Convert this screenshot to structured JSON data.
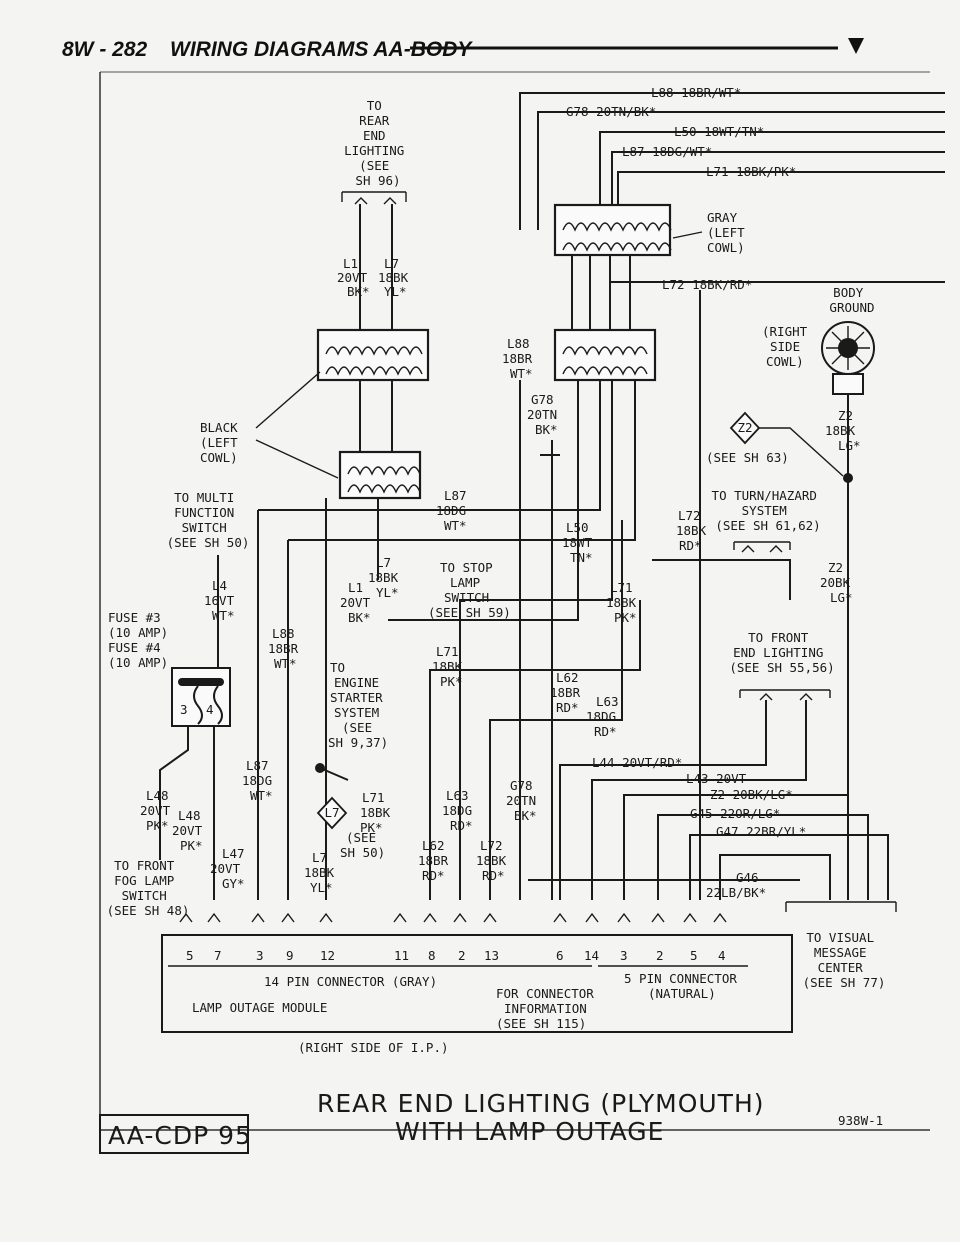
{
  "header": {
    "page": "8W - 282",
    "title": "WIRING DIAGRAMS AA-BODY"
  },
  "callouts": {
    "rear_end": [
      "TO",
      "REAR",
      "END",
      "LIGHTING",
      "(SEE",
      "SH 96)"
    ],
    "multi_function": [
      "TO MULTI",
      "FUNCTION",
      "SWITCH",
      "(SEE SH 50)"
    ],
    "fuse": [
      "FUSE #3",
      "(10 AMP)",
      "FUSE #4",
      "(10 AMP)"
    ],
    "fog_lamp": [
      "TO FRONT",
      "FOG LAMP",
      "SWITCH",
      "(SEE SH 48)"
    ],
    "stop_lamp": [
      "TO STOP",
      "LAMP",
      "SWITCH",
      "(SEE SH 59)"
    ],
    "engine_starter": [
      "TO",
      "ENGINE",
      "STARTER",
      "SYSTEM",
      "(SEE",
      "SH 9,37)"
    ],
    "turn_hazard": [
      "TO TURN/HAZARD",
      "SYSTEM",
      "(SEE SH 61,62)"
    ],
    "front_end": [
      "TO FRONT",
      "END LIGHTING",
      "(SEE SH 55,56)"
    ],
    "visual_message": [
      "TO VISUAL",
      "MESSAGE",
      "CENTER",
      "(SEE SH 77)"
    ],
    "body_ground": [
      "BODY",
      "GROUND"
    ],
    "right_cowl": [
      "(RIGHT",
      "SIDE",
      "COWL)"
    ],
    "see_sh_63": "(SEE SH 63)",
    "gray_cowl": [
      "GRAY",
      "(LEFT",
      "COWL)"
    ],
    "black_cowl": [
      "BLACK",
      "(LEFT",
      "COWL)"
    ],
    "see_sh_50": [
      "(SEE",
      "SH 50)"
    ]
  },
  "diamond_labels": {
    "z2": "Z2",
    "l7": "L7"
  },
  "wire_labels": {
    "top_right": [
      "L88 18BR/WT*",
      "G78 20TN/BK*",
      "L50 18WT/TN*",
      "L87 18DG/WT*",
      "L71 18BK/PK*",
      "L72 18BK/RD*"
    ],
    "l1_top": [
      "L1",
      "20VT",
      "BK*"
    ],
    "l7_top": [
      "L7",
      "18BK",
      "YL*"
    ],
    "l88_mid": [
      "L88",
      "18BR",
      "WT*"
    ],
    "g78_mid": [
      "G78",
      "20TN",
      "BK*"
    ],
    "z2_right": [
      "Z2",
      "18BK",
      "LG*"
    ],
    "l87_mid": [
      "L87",
      "18DG",
      "WT*"
    ],
    "l50_mid": [
      "L50",
      "18WT",
      "TN*"
    ],
    "l72_mid": [
      "L72",
      "18BK",
      "RD*"
    ],
    "l7_mid": [
      "L7",
      "18BK",
      "YL*"
    ],
    "l1_mid": [
      "L1",
      "20VT",
      "BK*"
    ],
    "l71_right": [
      "L71",
      "18BK",
      "PK*"
    ],
    "z2_lower": [
      "Z2",
      "20BK",
      "LG*"
    ],
    "l4": [
      "L4",
      "16VT",
      "WT*"
    ],
    "l88_left": [
      "L88",
      "18BR",
      "WT*"
    ],
    "l71_lower": [
      "L71",
      "18BK",
      "PK*"
    ],
    "l62_upper": [
      "L62",
      "18BR",
      "RD*"
    ],
    "l63_upper": [
      "L63",
      "18DG",
      "RD*"
    ],
    "l87_lower": [
      "L87",
      "18DG",
      "WT*"
    ],
    "l48_a": [
      "L48",
      "20VT",
      "PK*"
    ],
    "l48_b": [
      "L48",
      "20VT",
      "PK*"
    ],
    "l47": [
      "L47",
      "20VT",
      "GY*"
    ],
    "l71_bottom": [
      "L71",
      "18BK",
      "PK*"
    ],
    "l63_bottom": [
      "L63",
      "18DG",
      "RD*"
    ],
    "g78_bottom": [
      "G78",
      "20TN",
      "BK*"
    ],
    "l7_bottom": [
      "L7",
      "18BK",
      "YL*"
    ],
    "l62_bottom": [
      "L62",
      "18BR",
      "RD*"
    ],
    "l72_bottom": [
      "L72",
      "18BK",
      "RD*"
    ],
    "right_bundle": [
      "L44 20VT/RD*",
      "L43 20VT",
      "Z2 20BK/LG*",
      "G45 22OR/LG*",
      "G47 22BR/YL*"
    ],
    "g46": [
      "G46",
      "22LB/BK*"
    ]
  },
  "module": {
    "pins_14": [
      "5",
      "7",
      "3",
      "9",
      "12",
      "11",
      "8",
      "2",
      "13",
      "6",
      "14"
    ],
    "pins_5": [
      "3",
      "2",
      "5",
      "4"
    ],
    "conn14_label": "14 PIN CONNECTOR (GRAY)",
    "conn5_label": [
      "5 PIN CONNECTOR",
      "(NATURAL)"
    ],
    "info": [
      "FOR CONNECTOR",
      "INFORMATION",
      "(SEE SH 115)"
    ],
    "name": "LAMP OUTAGE MODULE",
    "location": "(RIGHT SIDE OF I.P.)"
  },
  "fuse_pins": [
    "3",
    "4"
  ],
  "footer": {
    "title_line1": "REAR END LIGHTING (PLYMOUTH)",
    "title_line2": "WITH LAMP OUTAGE",
    "code": "AA-CDP 95",
    "ref": "938W-1"
  }
}
